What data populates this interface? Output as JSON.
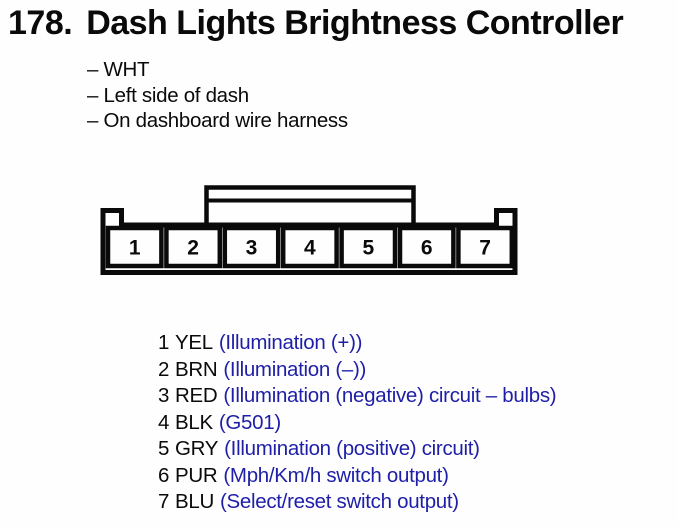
{
  "title": {
    "number": "178.",
    "text": "Dash Lights Brightness Controller"
  },
  "notes": {
    "items": [
      "– WHT",
      "– Left side of dash",
      "– On dashboard wire harness"
    ]
  },
  "connector": {
    "description": "7-pin connector front view with top latch",
    "pins": [
      "1",
      "2",
      "3",
      "4",
      "5",
      "6",
      "7"
    ]
  },
  "pin_list": {
    "rows": [
      {
        "pin": "1",
        "wire_color": "YEL",
        "function": "(Illumination (+))"
      },
      {
        "pin": "2",
        "wire_color": "BRN",
        "function": "(Illumination (–))"
      },
      {
        "pin": "3",
        "wire_color": "RED",
        "function": "(Illumination (negative) circuit – bulbs)"
      },
      {
        "pin": "4",
        "wire_color": "BLK",
        "function": "(G501)"
      },
      {
        "pin": "5",
        "wire_color": "GRY",
        "function": "(Illumination (positive) circuit)"
      },
      {
        "pin": "6",
        "wire_color": "PUR",
        "function": "(Mph/Km/h switch output)"
      },
      {
        "pin": "7",
        "wire_color": "BLU",
        "function": "(Select/reset switch output)"
      }
    ]
  },
  "colors": {
    "ink": "#0a0a0a",
    "function_text": "#1e1ea8",
    "background": "#fefefe"
  }
}
